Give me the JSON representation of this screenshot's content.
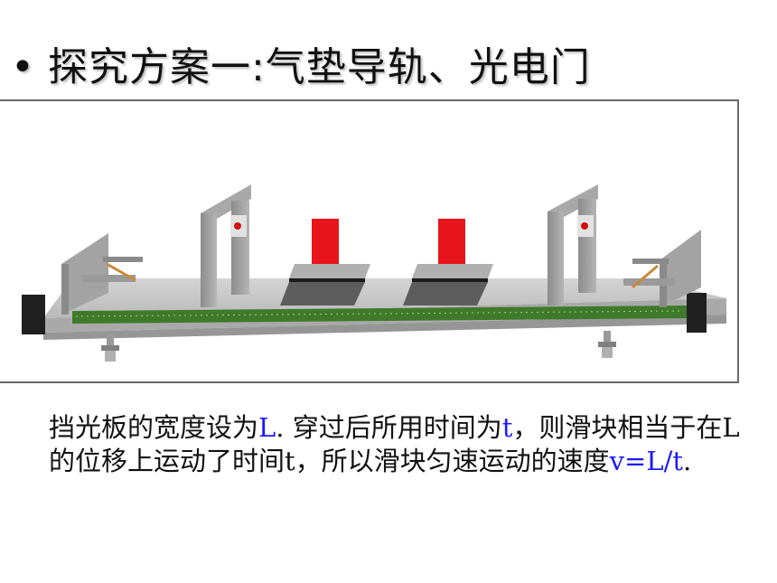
{
  "title": {
    "bullet": "•",
    "text": "探究方案一:气垫导轨、光电门"
  },
  "description": {
    "p1": "挡光板的宽度设为",
    "L1": "L",
    "p2": ". 穿过后所用时间为",
    "t1": "t",
    "p3": "，则滑块相当于在L的位移上运动了时间t，所以滑块匀速运动的速度",
    "formula": "v=L/t",
    "p4": "."
  },
  "colors": {
    "text": "#111111",
    "variable": "#1a1aff",
    "track": "#c3c3c3",
    "ruler": "#3e7a2a",
    "shutter": "#e8151c",
    "block": "#202020"
  }
}
